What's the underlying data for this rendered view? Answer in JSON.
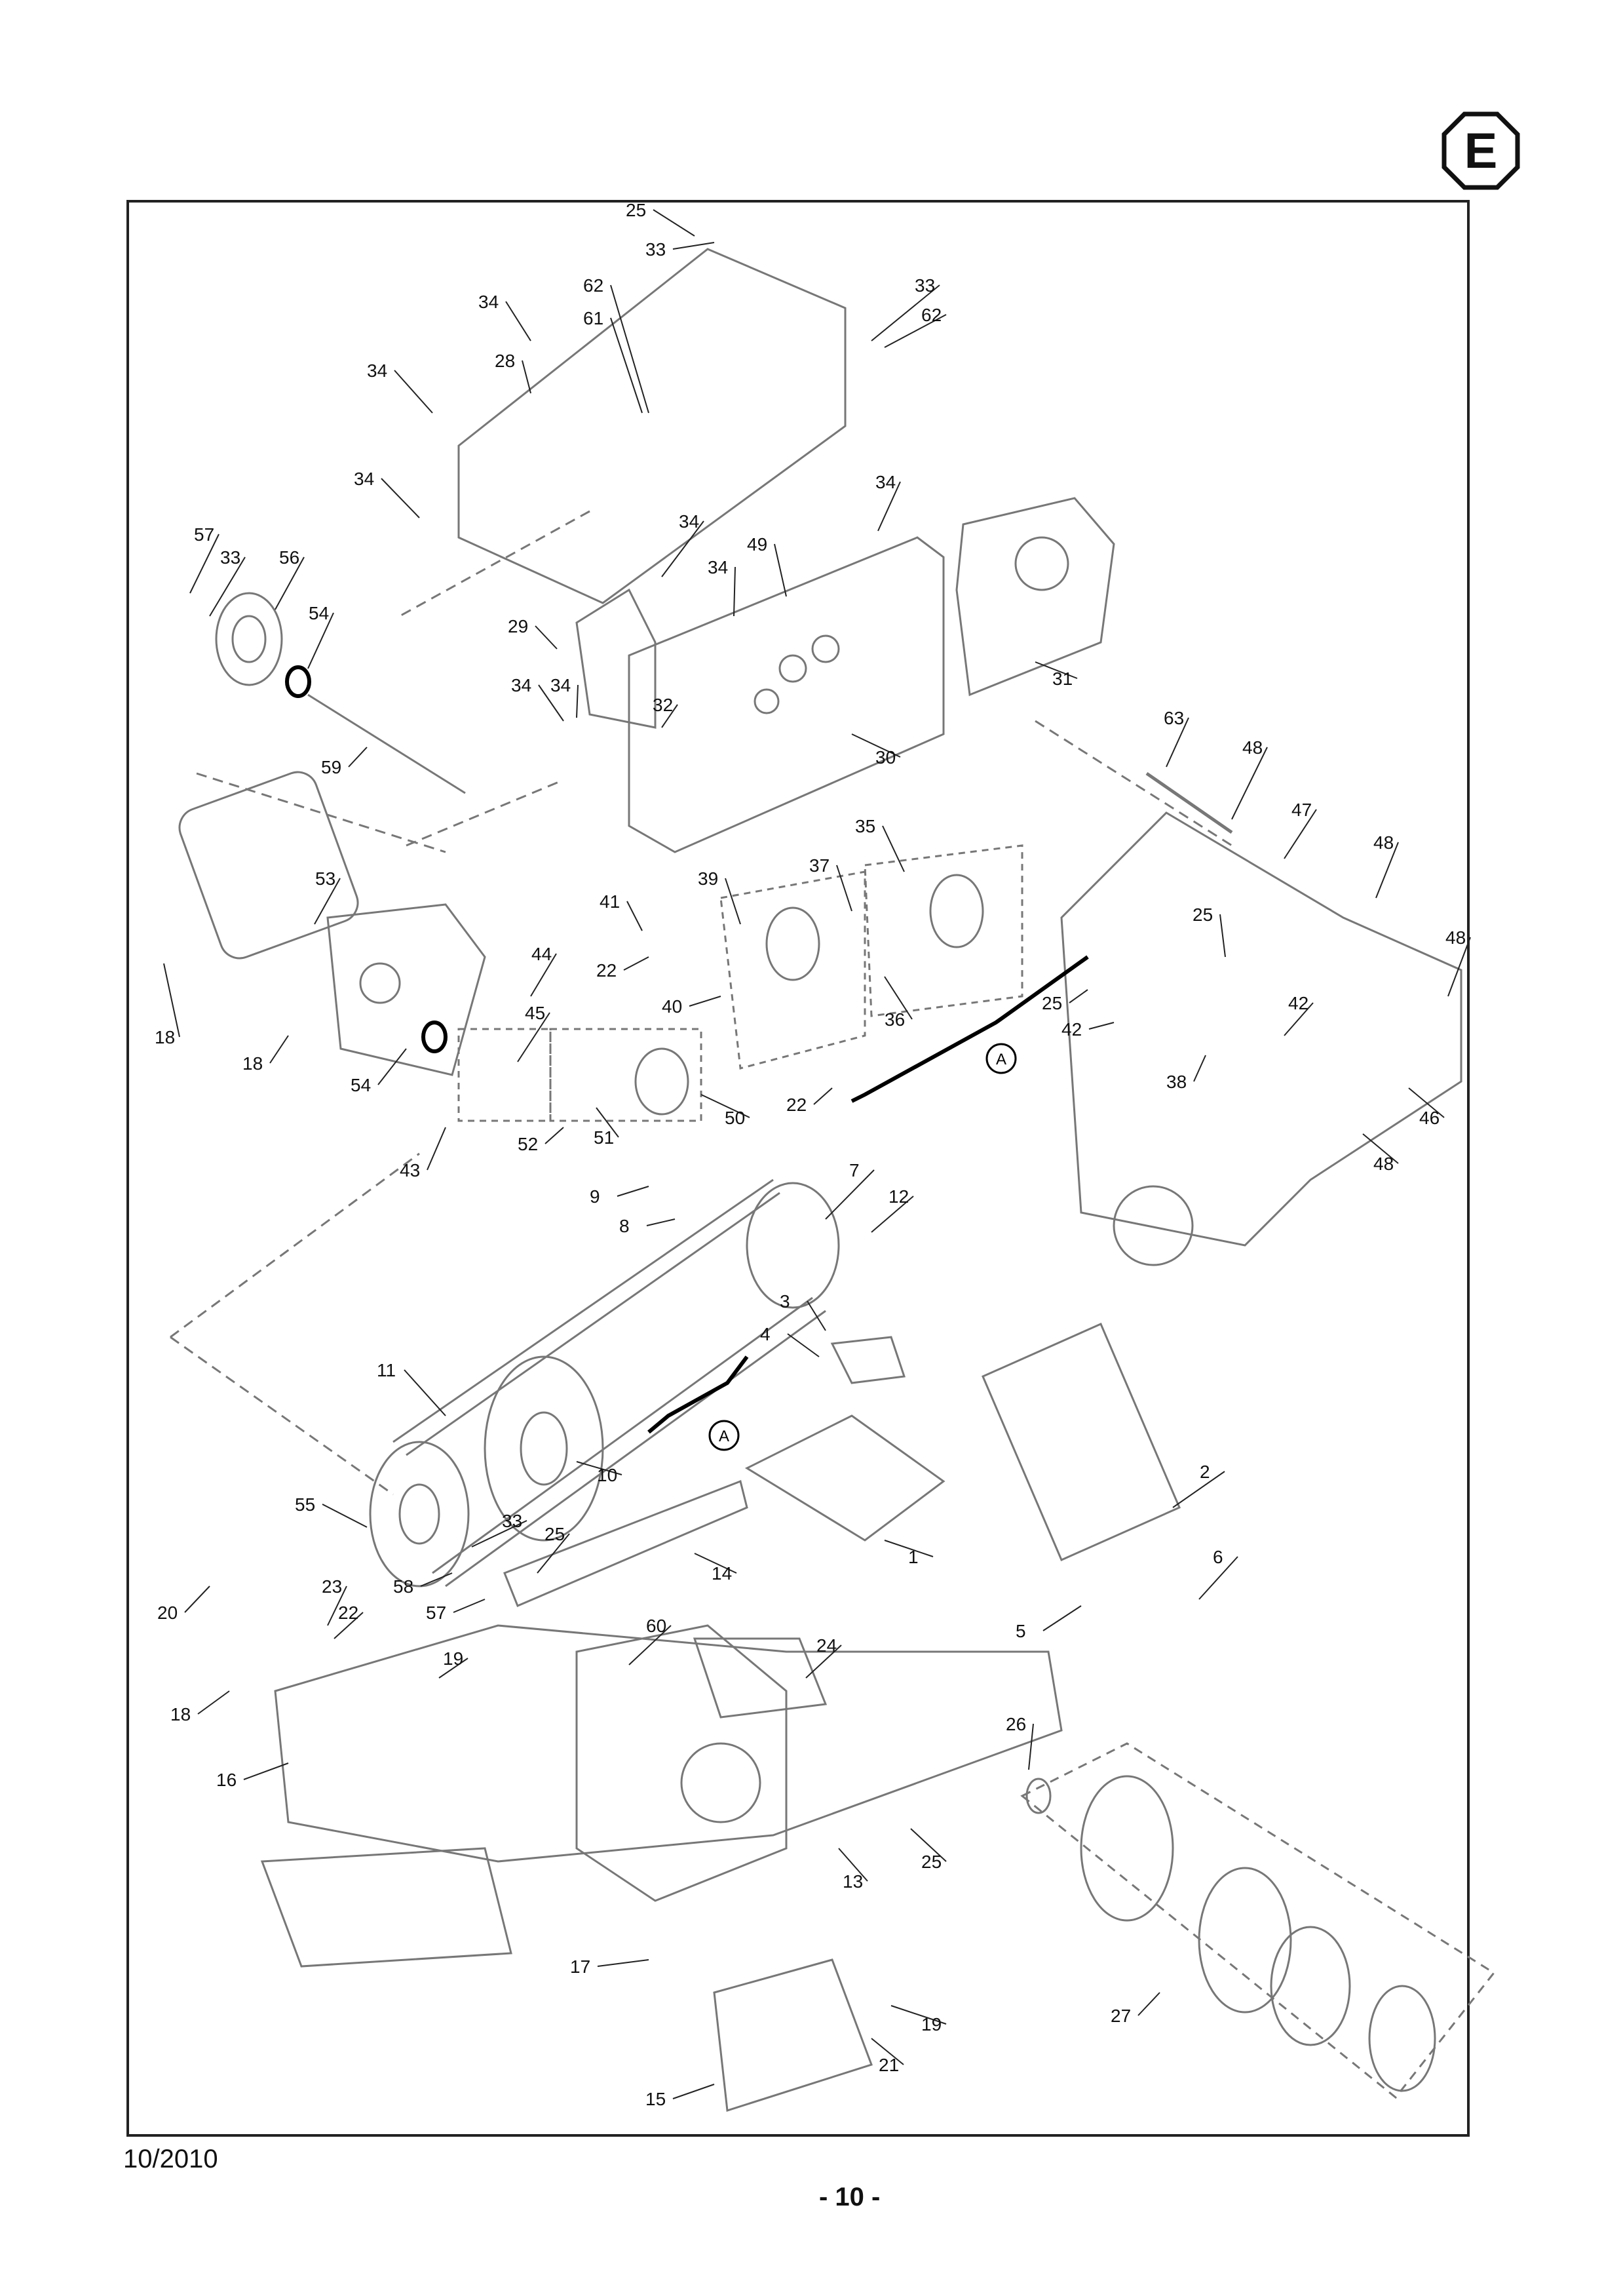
{
  "section_badge": "E",
  "footer": {
    "date": "10/2010",
    "page": "- 10 -"
  },
  "group_marker": "A",
  "callouts": [
    {
      "id": "c25a",
      "n": "25"
    },
    {
      "id": "c33a",
      "n": "33"
    },
    {
      "id": "c34a",
      "n": "34"
    },
    {
      "id": "c62a",
      "n": "62"
    },
    {
      "id": "c61",
      "n": "61"
    },
    {
      "id": "c33b",
      "n": "33"
    },
    {
      "id": "c62b",
      "n": "62"
    },
    {
      "id": "c34b",
      "n": "34"
    },
    {
      "id": "c28",
      "n": "28"
    },
    {
      "id": "c34c",
      "n": "34"
    },
    {
      "id": "c34d",
      "n": "34"
    },
    {
      "id": "c34e",
      "n": "34"
    },
    {
      "id": "c34f",
      "n": "34"
    },
    {
      "id": "c34g",
      "n": "34"
    },
    {
      "id": "c49",
      "n": "49"
    },
    {
      "id": "c57a",
      "n": "57"
    },
    {
      "id": "c33c",
      "n": "33"
    },
    {
      "id": "c56",
      "n": "56"
    },
    {
      "id": "c54a",
      "n": "54"
    },
    {
      "id": "c29",
      "n": "29"
    },
    {
      "id": "c34h",
      "n": "34"
    },
    {
      "id": "c32",
      "n": "32"
    },
    {
      "id": "c31",
      "n": "31"
    },
    {
      "id": "c30",
      "n": "30"
    },
    {
      "id": "c59",
      "n": "59"
    },
    {
      "id": "c63",
      "n": "63"
    },
    {
      "id": "c48a",
      "n": "48"
    },
    {
      "id": "c47",
      "n": "47"
    },
    {
      "id": "c48b",
      "n": "48"
    },
    {
      "id": "c53",
      "n": "53"
    },
    {
      "id": "c35",
      "n": "35"
    },
    {
      "id": "c37",
      "n": "37"
    },
    {
      "id": "c39",
      "n": "39"
    },
    {
      "id": "c41",
      "n": "41"
    },
    {
      "id": "c22a",
      "n": "22"
    },
    {
      "id": "c44",
      "n": "44"
    },
    {
      "id": "c40",
      "n": "40"
    },
    {
      "id": "c45",
      "n": "45"
    },
    {
      "id": "c36",
      "n": "36"
    },
    {
      "id": "c25b",
      "n": "25"
    },
    {
      "id": "c48c",
      "n": "48"
    },
    {
      "id": "c25c",
      "n": "25"
    },
    {
      "id": "c42a",
      "n": "42"
    },
    {
      "id": "c42b",
      "n": "42"
    },
    {
      "id": "c38",
      "n": "38"
    },
    {
      "id": "c18a",
      "n": "18"
    },
    {
      "id": "c18b",
      "n": "18"
    },
    {
      "id": "c54b",
      "n": "54"
    },
    {
      "id": "c22b",
      "n": "22"
    },
    {
      "id": "c50",
      "n": "50"
    },
    {
      "id": "c52",
      "n": "52"
    },
    {
      "id": "c51",
      "n": "51"
    },
    {
      "id": "c46",
      "n": "46"
    },
    {
      "id": "c48d",
      "n": "48"
    },
    {
      "id": "c43",
      "n": "43"
    },
    {
      "id": "c7",
      "n": "7"
    },
    {
      "id": "c9",
      "n": "9"
    },
    {
      "id": "c12",
      "n": "12"
    },
    {
      "id": "c8",
      "n": "8"
    },
    {
      "id": "c3",
      "n": "3"
    },
    {
      "id": "c4",
      "n": "4"
    },
    {
      "id": "c11",
      "n": "11"
    },
    {
      "id": "c2",
      "n": "2"
    },
    {
      "id": "c10",
      "n": "10"
    },
    {
      "id": "c55",
      "n": "55"
    },
    {
      "id": "c33d",
      "n": "33"
    },
    {
      "id": "c25d",
      "n": "25"
    },
    {
      "id": "c1",
      "n": "1"
    },
    {
      "id": "c6",
      "n": "6"
    },
    {
      "id": "c14",
      "n": "14"
    },
    {
      "id": "c23",
      "n": "23"
    },
    {
      "id": "c22c",
      "n": "22"
    },
    {
      "id": "c58",
      "n": "58"
    },
    {
      "id": "c20",
      "n": "20"
    },
    {
      "id": "c57b",
      "n": "57"
    },
    {
      "id": "c5",
      "n": "5"
    },
    {
      "id": "c60",
      "n": "60"
    },
    {
      "id": "c19a",
      "n": "19"
    },
    {
      "id": "c24",
      "n": "24"
    },
    {
      "id": "c18c",
      "n": "18"
    },
    {
      "id": "c26",
      "n": "26"
    },
    {
      "id": "c16",
      "n": "16"
    },
    {
      "id": "c25e",
      "n": "25"
    },
    {
      "id": "c13",
      "n": "13"
    },
    {
      "id": "c17",
      "n": "17"
    },
    {
      "id": "c27",
      "n": "27"
    },
    {
      "id": "c19b",
      "n": "19"
    },
    {
      "id": "c21",
      "n": "21"
    },
    {
      "id": "c15",
      "n": "15"
    }
  ]
}
